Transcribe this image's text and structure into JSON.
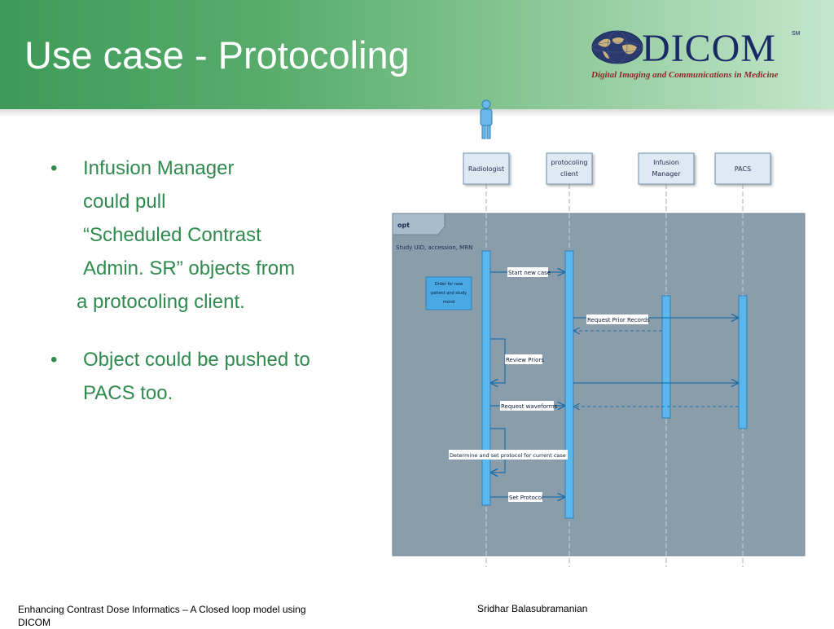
{
  "slide": {
    "title": "Use case - Protocoling"
  },
  "logo": {
    "name": "DICOM",
    "mark": "SM",
    "tagline": "Digital Imaging and Communications in Medicine"
  },
  "bullets": [
    {
      "lines": [
        "Infusion Manager",
        "could pull",
        "“Scheduled Contrast",
        "Admin. SR” objects from",
        "a protocoling client."
      ]
    },
    {
      "lines": [
        "Object could be pushed to",
        "PACS too."
      ]
    }
  ],
  "bullet_glyph": "•",
  "diagram": {
    "lifelines": [
      {
        "label_lines": [
          "Radiologist"
        ]
      },
      {
        "label_lines": [
          "protocoling",
          "client"
        ]
      },
      {
        "label_lines": [
          "Infusion",
          "Manager"
        ]
      },
      {
        "label_lines": [
          "PACS"
        ]
      }
    ],
    "fragment": {
      "operator": "opt",
      "guard": "Study UID, accession, MRN"
    },
    "note_lines": [
      "Order for new",
      "patient and study",
      "mond"
    ],
    "messages": [
      {
        "label": "Start new case"
      },
      {
        "label": "Request Prior Records"
      },
      {
        "label": "Review Priors"
      },
      {
        "label": "Request waveforms"
      },
      {
        "label": "Determine and set protocol for current case"
      },
      {
        "label": "Set Protocol"
      }
    ],
    "colors": {
      "fragment_fill": "#8a9dab",
      "activation": "#5ab8ee",
      "arrow": "#1e6fa8",
      "header_box": "#dfe9f3"
    }
  },
  "footer": {
    "left": "Enhancing Contrast Dose Informatics – A Closed loop model using DICOM",
    "right": "Sridhar Balasubramanian"
  }
}
